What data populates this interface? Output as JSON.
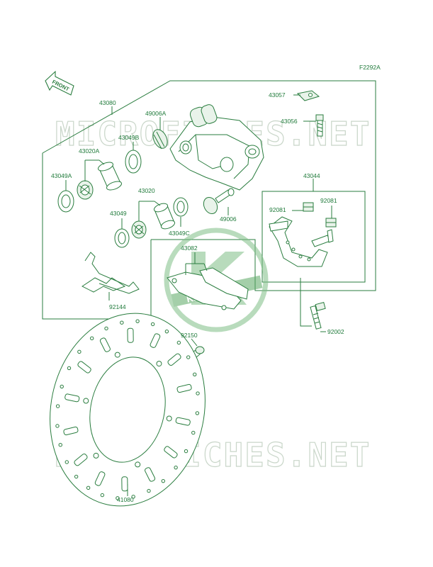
{
  "figure_code": "F2292A",
  "front_label": "FRONT",
  "watermark": "MICROFICHES.NET",
  "brand": "Kawasaki",
  "colors": {
    "line": "#2a7d3f",
    "label": "#1f7a3a",
    "watermark": "#c9d6c9",
    "logo": "#3f9a4f"
  },
  "parts": {
    "p43080": "43080",
    "p43057": "43057",
    "p43056": "43056",
    "p49006A": "49006A",
    "p43049B": "43049B",
    "p43020A": "43020A",
    "p43049A": "43049A",
    "p43020": "43020",
    "p43049": "43049",
    "p43049C": "43049C",
    "p49006": "49006",
    "p43044": "43044",
    "p92081a": "92081",
    "p92081b": "92081",
    "p43082": "43082",
    "p92144": "92144",
    "p92150": "92150",
    "p92002": "92002",
    "p41080": "41080"
  }
}
